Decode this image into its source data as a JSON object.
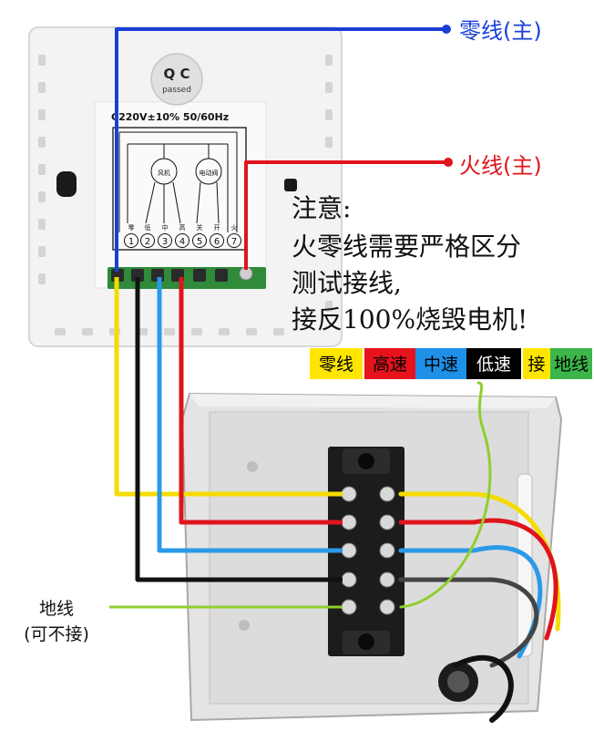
{
  "labels": {
    "neutral_main": "零线(主)",
    "live_main": "火线(主)",
    "notice_title": "注意:",
    "notice_line1": "火零线需要严格区分",
    "notice_line2": "测试接线,",
    "notice_line3": "接反100%烧毁电机!",
    "ground_line1": "地线",
    "ground_line2": "(可不接)"
  },
  "thermostat": {
    "qc_title": "Q C",
    "qc_sub": "passed",
    "rating": "C220V±10% 50/60Hz",
    "fan_symbol": "风机",
    "valve_symbol": "电动阀",
    "terminal_labels": [
      "零",
      "低",
      "中",
      "高",
      "关",
      "开",
      "火"
    ],
    "terminal_numbers": [
      "1",
      "2",
      "3",
      "4",
      "5",
      "6",
      "7"
    ]
  },
  "legend": [
    {
      "text": "零线",
      "bg": "#ffe600",
      "fg": "#000000"
    },
    {
      "text": "高速",
      "bg": "#e6121c",
      "fg": "#000000"
    },
    {
      "text": "中速",
      "bg": "#1e90e8",
      "fg": "#000000"
    },
    {
      "text": "低速",
      "bg": "#000000",
      "fg": "#ffffff"
    },
    {
      "text": "接",
      "bg": "#ffe600",
      "fg": "#000000"
    },
    {
      "text": "地线",
      "bg": "#3cb54a",
      "fg": "#000000"
    }
  ],
  "colors": {
    "neutral": "#1a3fd6",
    "live": "#e0141c",
    "yellow": "#f5dc00",
    "red": "#e0141c",
    "blue": "#2a9ae8",
    "black": "#111111",
    "ground": "#8fcf2e"
  }
}
